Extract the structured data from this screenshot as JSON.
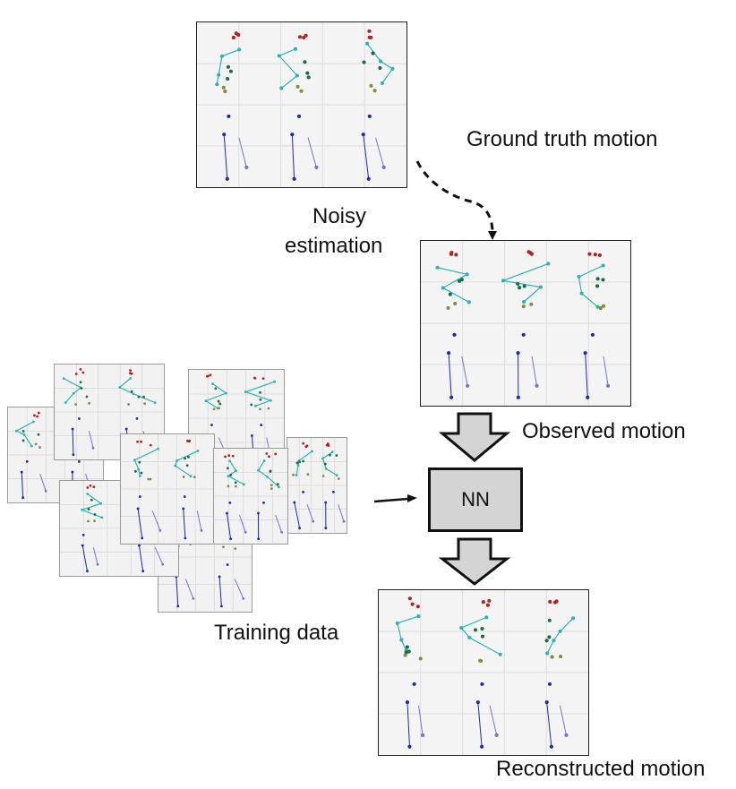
{
  "labels": {
    "ground_truth": "Ground truth motion",
    "noisy_estimation_line1": "Noisy",
    "noisy_estimation_line2": "estimation",
    "observed": "Observed motion",
    "nn": "NN",
    "training_data": "Training data",
    "reconstructed": "Reconstructed motion"
  },
  "colors": {
    "joint_red": "#b22222",
    "joint_teal": "#2bb3b3",
    "joint_darkgreen": "#1b6b4a",
    "joint_olive": "#8a8a3a",
    "joint_blue": "#1c2aa8",
    "joint_lightblue": "#6f76c8",
    "grid": "#dddddd",
    "arrow_fill": "#d4d4d4",
    "outline": "#111111"
  },
  "icons": {
    "down_arrow": "block-down-arrow-icon",
    "right_arrow": "right-arrow-icon",
    "dashed_arrow": "dashed-curved-arrow-icon"
  }
}
